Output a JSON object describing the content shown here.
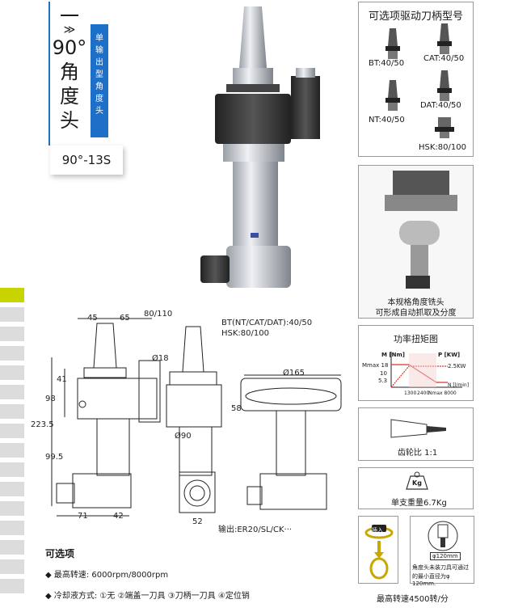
{
  "header": {
    "dash": "一",
    "chevron": "≫",
    "degree": "90°",
    "title_chars": [
      "角",
      "度",
      "头"
    ],
    "tag_chars": [
      "单",
      "输",
      "出",
      "型",
      "角",
      "度",
      "头"
    ],
    "model": "90°-13S"
  },
  "shank_panel": {
    "title": "可选项驱动刀柄型号",
    "items": [
      "BT:40/50",
      "CAT:40/50",
      "NT:40/50",
      "DAT:40/50",
      "HSK:80/100"
    ]
  },
  "milling_panel": {
    "line1": "本规格角度铣头",
    "line2": "可形成自动抓取及分度"
  },
  "torque_panel": {
    "title": "功率扭矩图",
    "m_label": "M [Nm]",
    "p_label": "P [KW]",
    "m_ticks": [
      "Mmax 18",
      "10",
      "5.3"
    ],
    "p_tick": "2.5KW",
    "x_ticks": [
      "1300",
      "2400",
      "Nmax 8000"
    ],
    "n_label": "N [l/min]"
  },
  "gear_panel": {
    "label": "齿轮比 1:1"
  },
  "weight_panel": {
    "icon_text": "Kg",
    "label": "单支重量6.7Kg"
  },
  "insert_panel": {
    "label": "插入"
  },
  "min_diam_panel": {
    "diam": "φ120mm",
    "line1": "角度头未装刀具可通过",
    "line2": "的最小直径为φ 120mm."
  },
  "speed_note": "最高转速4500转/分",
  "drawing": {
    "dims_top": [
      "45",
      "65",
      "80/110"
    ],
    "d18": "Ø18",
    "left_v": [
      "41",
      "98",
      "223.5",
      "99.5"
    ],
    "bottom": [
      "71",
      "42"
    ],
    "shank_note1": "BT(NT/CAT/DAT):40/50",
    "shank_note2": "HSK:80/100",
    "d90": "Ø90",
    "d52": "52",
    "d165": "Ø165",
    "d58": "58",
    "output": "输出:ER20/SL/CK···"
  },
  "optional": {
    "title": "可选项",
    "speed": "最高转速: 6000rpm/8000rpm",
    "coolant": "冷却液方式: ①无 ②端盖一刀具 ③刀柄一刀具 ④定位销"
  },
  "colors": {
    "accent": "#1e6fc8",
    "green_strip": "#c8d400",
    "gray_strip": "#d0d0d0",
    "red_curve": "#d9342b"
  }
}
